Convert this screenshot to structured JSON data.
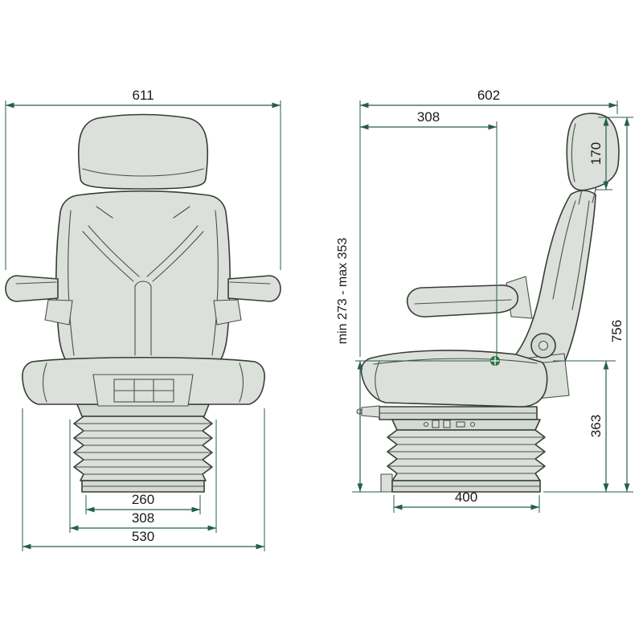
{
  "title": "Seat dimensional drawing",
  "dims": {
    "front": {
      "overall_width": "611",
      "bellows_width": "260",
      "suspension_width": "308",
      "base_width": "530"
    },
    "side": {
      "overall_depth": "602",
      "backrest_offset": "308",
      "headrest_height": "170",
      "overall_height": "756",
      "lower_height": "363",
      "seat_height_range": "min 273 - max 353",
      "base_depth": "400"
    }
  },
  "colors": {
    "dimension_line": "#255e51",
    "label_text": "#1a1a1a",
    "seat_fill": "#dbe0da",
    "seat_outline": "#383d37",
    "sip_marker": "#2e7d46",
    "background": "#ffffff"
  }
}
